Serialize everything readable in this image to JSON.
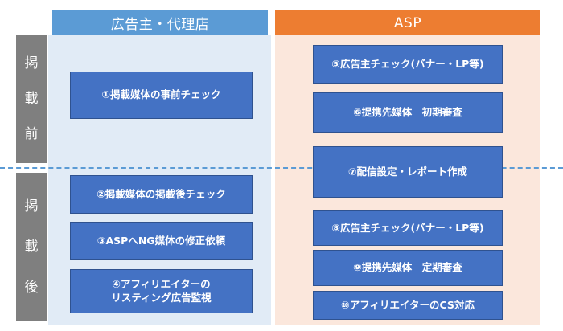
{
  "headers": {
    "advertiser": "広告主・代理店",
    "asp": "ASP"
  },
  "phases": {
    "before": [
      "掲",
      "載",
      "前"
    ],
    "after": [
      "掲",
      "載",
      "後"
    ]
  },
  "steps": {
    "s1": "①掲載媒体の事前チェック",
    "s2": "②掲載媒体の掲載後チェック",
    "s3": "③ASPへNG媒体の修正依頼",
    "s4": "④アフィリエイターの\nリスティング広告監視",
    "s5": "⑤広告主チェック(バナー・LP等)",
    "s6": "⑥提携先媒体　初期審査",
    "s7": "⑦配信設定・レポート作成",
    "s8": "⑧広告主チェック(バナー・LP等)",
    "s9": "⑨提携先媒体　定期審査",
    "s10": "⑩アフィリエイターのCS対応"
  },
  "colors": {
    "advertiser_header": "#5b9bd5",
    "asp_header": "#ed7d31",
    "step_box": "#4472c4",
    "phase_label": "#7f7f7f"
  }
}
